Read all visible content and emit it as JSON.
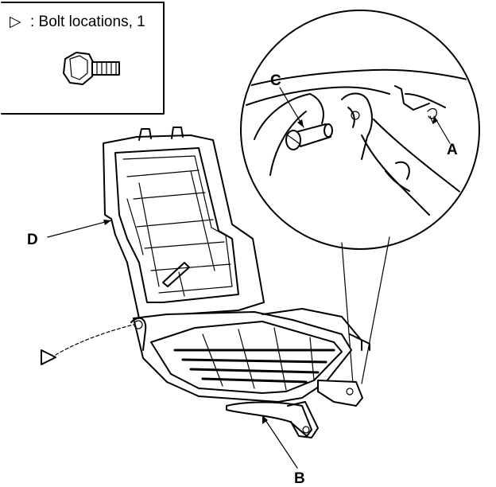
{
  "legend": {
    "symbol": "▷",
    "text": ": Bolt locations, 1"
  },
  "callouts": {
    "a": "A",
    "b": "B",
    "c": "C",
    "d": "D"
  }
}
